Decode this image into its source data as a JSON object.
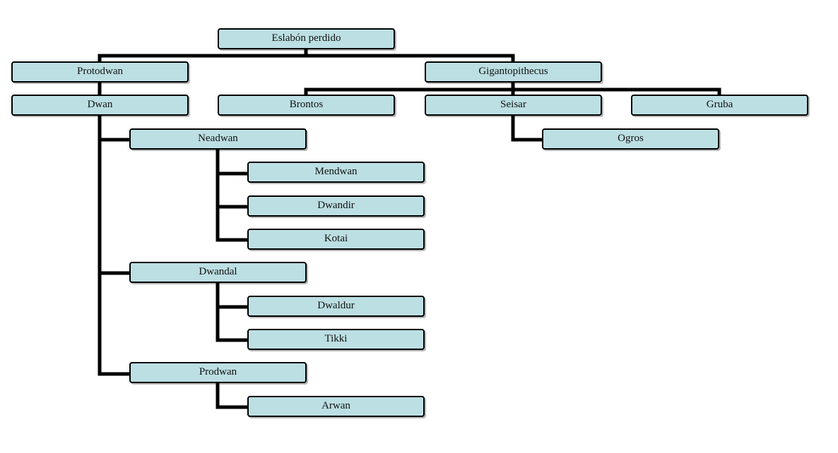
{
  "diagram": {
    "root": "Eslabón perdido",
    "protodwan": "Protodwan",
    "gigantopithecus": "Gigantopithecus",
    "dwan": "Dwan",
    "brontos": "Brontos",
    "seisar": "Seisar",
    "gruba": "Gruba",
    "ogros": "Ogros",
    "neadwan": "Neadwan",
    "mendwan": "Mendwan",
    "dwandir": "Dwandir",
    "kotai": "Kotai",
    "dwandal": "Dwandal",
    "dwaldur": "Dwaldur",
    "tikki": "Tikki",
    "prodwan": "Prodwan",
    "arwan": "Arwan"
  },
  "colors": {
    "node_fill": "#bcdfe3",
    "node_border": "#000000",
    "connector": "#000000"
  }
}
